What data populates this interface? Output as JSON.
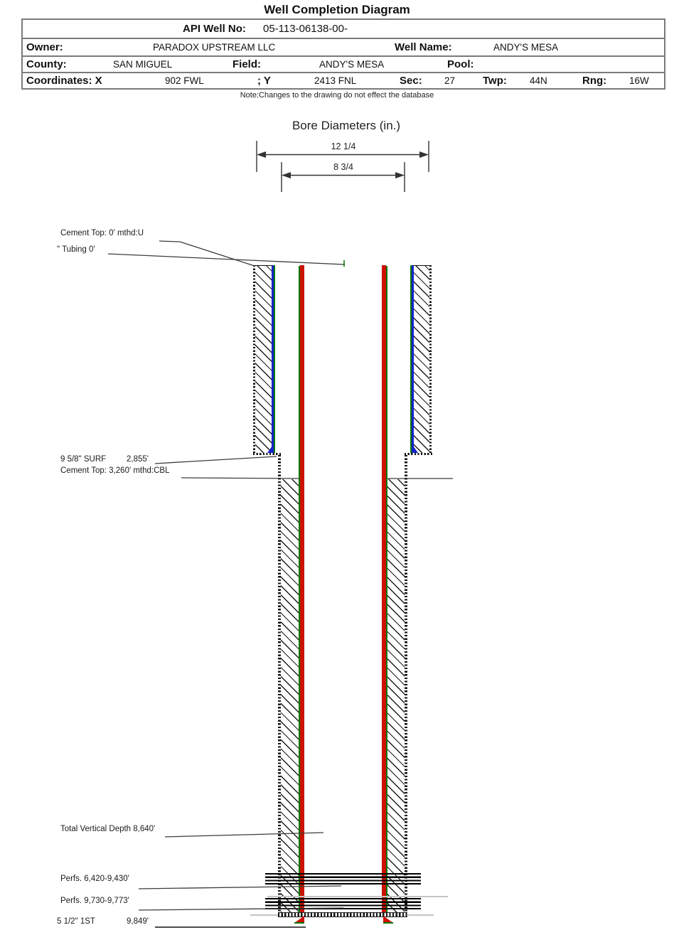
{
  "title": "Well Completion Diagram",
  "table": {
    "api_label": "API Well No:",
    "api_value": "05-113-06138-00-",
    "owner_label": "Owner:",
    "owner_value": "PARADOX UPSTREAM LLC",
    "well_name_label": "Well Name:",
    "well_name_value": "ANDY'S MESA",
    "county_label": "County:",
    "county_value": "SAN MIGUEL",
    "field_label": "Field:",
    "field_value": "ANDY'S MESA",
    "pool_label": "Pool:",
    "pool_value": "",
    "coordinates_label": "Coordinates: X",
    "x_value": "902 FWL",
    "y_label": "; Y",
    "y_value": "2413 FNL",
    "sec_label": "Sec:",
    "sec_value": "27",
    "twp_label": "Twp:",
    "twp_value": "44N",
    "rng_label": "Rng:",
    "rng_value": "16W"
  },
  "note": "Note:Changes to the drawing do not effect the database",
  "bore_diameters": {
    "title": "Bore Diameters (in.)",
    "outer_bore": "12 1/4",
    "inner_bore": "8 3/4"
  },
  "annotations": {
    "cement_top_surface": "Cement Top: 0' mthd:U",
    "tubing": "\" Tubing 0'",
    "surface_casing": "9 5/8\" SURF",
    "surface_casing_depth": "2,855'",
    "cement_top_production": "Cement Top: 3,260' mthd:CBL",
    "total_vertical_depth": "Total Vertical Depth 8,640'",
    "perfs_upper": "Perfs. 6,420-9,430'",
    "perfs_lower": "Perfs. 9,730-9,773'",
    "production_casing": "5 1/2\" 1ST",
    "production_casing_depth": "9,849'"
  },
  "colors": {
    "tubing_red": "#cc1100",
    "casing_blue": "#1622c8",
    "casing_green": "#0a7a0a",
    "leader_gray": "#3c3c3c",
    "table_border_gray": "#7a7a7a"
  }
}
